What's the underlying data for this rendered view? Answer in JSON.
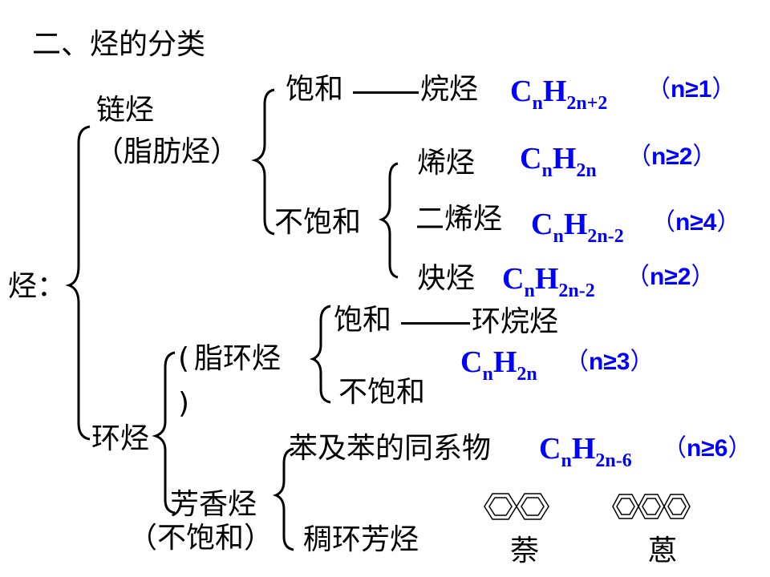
{
  "section_title": "二、烃的分类",
  "root": "烃：",
  "chain": {
    "label": "链烃",
    "sub": "（脂肪烃）"
  },
  "saturated_label": "饱和",
  "alkane": {
    "name": "烷烃",
    "formula": {
      "h": "2n+2"
    },
    "cond": "n≥1"
  },
  "unsaturated_label": "不饱和",
  "alkene": {
    "name": "烯烃",
    "formula": {
      "h": "2n"
    },
    "cond": "n≥2"
  },
  "diene": {
    "name": "二烯烃",
    "formula": {
      "h": "2n-2"
    },
    "cond": "n≥4"
  },
  "alkyne": {
    "name": "炔烃",
    "formula": {
      "h": "2n-2"
    },
    "cond": "n≥2"
  },
  "ring": {
    "label": "环烃"
  },
  "alicyclic": {
    "label_open": "(",
    "label": "脂环烃",
    "label_close": ")"
  },
  "alicyclic_sat": "饱和",
  "cycloalkane": "环烷烃",
  "cycloalkane_formula": {
    "h": "2n",
    "cond": "n≥3"
  },
  "alicyclic_unsat": "不饱和",
  "aromatic": {
    "label": "芳香烃",
    "sub": "（不饱和）"
  },
  "benzene": {
    "name": "苯及苯的同系物",
    "formula": {
      "h": "2n-6"
    },
    "cond": "n≥6"
  },
  "fused": "稠环芳烃",
  "naphthalene": "萘",
  "anthracene": "蒽",
  "formula_c": "C",
  "formula_n": "n",
  "formula_h": "H",
  "paren_l": "（",
  "paren_r": "）"
}
